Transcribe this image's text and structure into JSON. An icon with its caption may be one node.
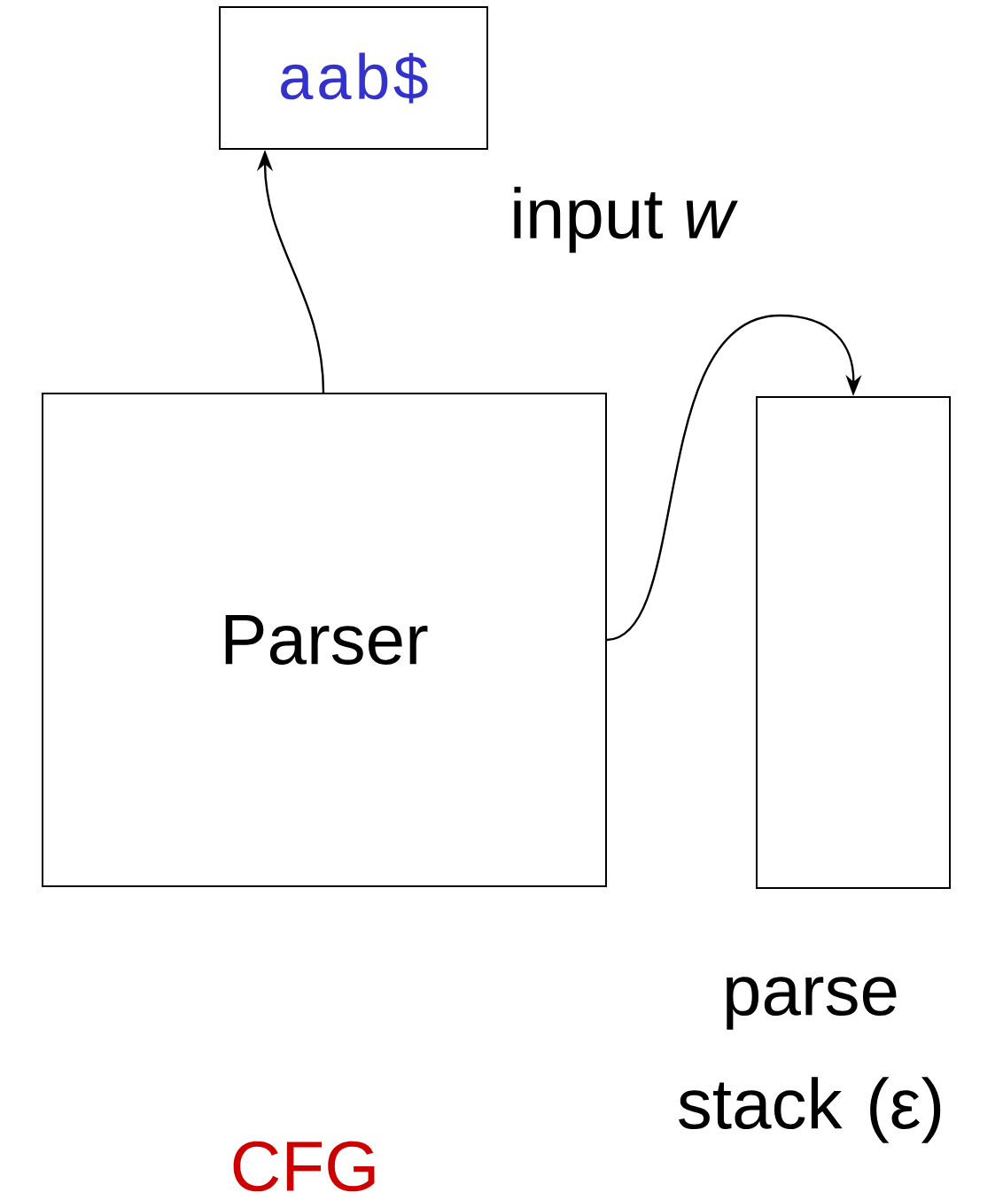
{
  "diagram": {
    "nodes": [
      {
        "text": [
          "aab$"
        ]
      },
      {
        "text": [
          "Parser"
        ]
      },
      {
        "text": [],
        "shape": "box",
        "beside": [
          "parse stack (ε)"
        ]
      }
    ],
    "edges": [
      {
        "from": 1,
        "to": 0,
        "arrow": "to"
      },
      {
        "from": 1,
        "to": 2,
        "arrow": "to"
      }
    ],
    "labels": [
      "input *w*",
      "CFG"
    ]
  }
}
